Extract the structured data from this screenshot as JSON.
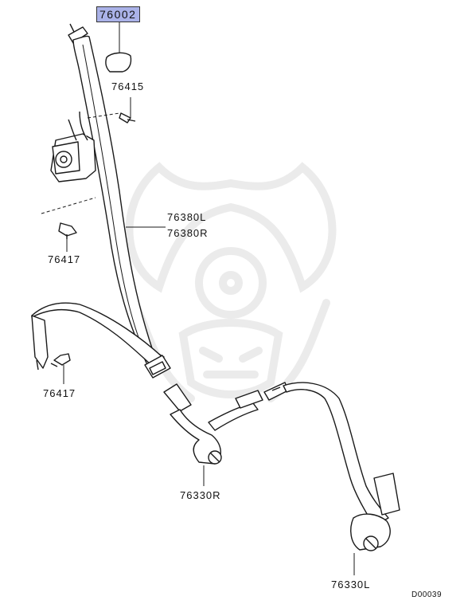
{
  "diagram_code": "D00039",
  "parts": {
    "assembly": "76002",
    "bolt_upper": "76415",
    "front_belt_left": "76380L",
    "front_belt_right": "76380R",
    "bolt_retractor": "76417",
    "bolt_lower": "76417",
    "rear_buckle_right": "76330R",
    "rear_buckle_left": "76330L"
  },
  "colors": {
    "highlight": "#aab2e8",
    "line": "#1a1a1a",
    "watermark": "#e9e9e9"
  }
}
